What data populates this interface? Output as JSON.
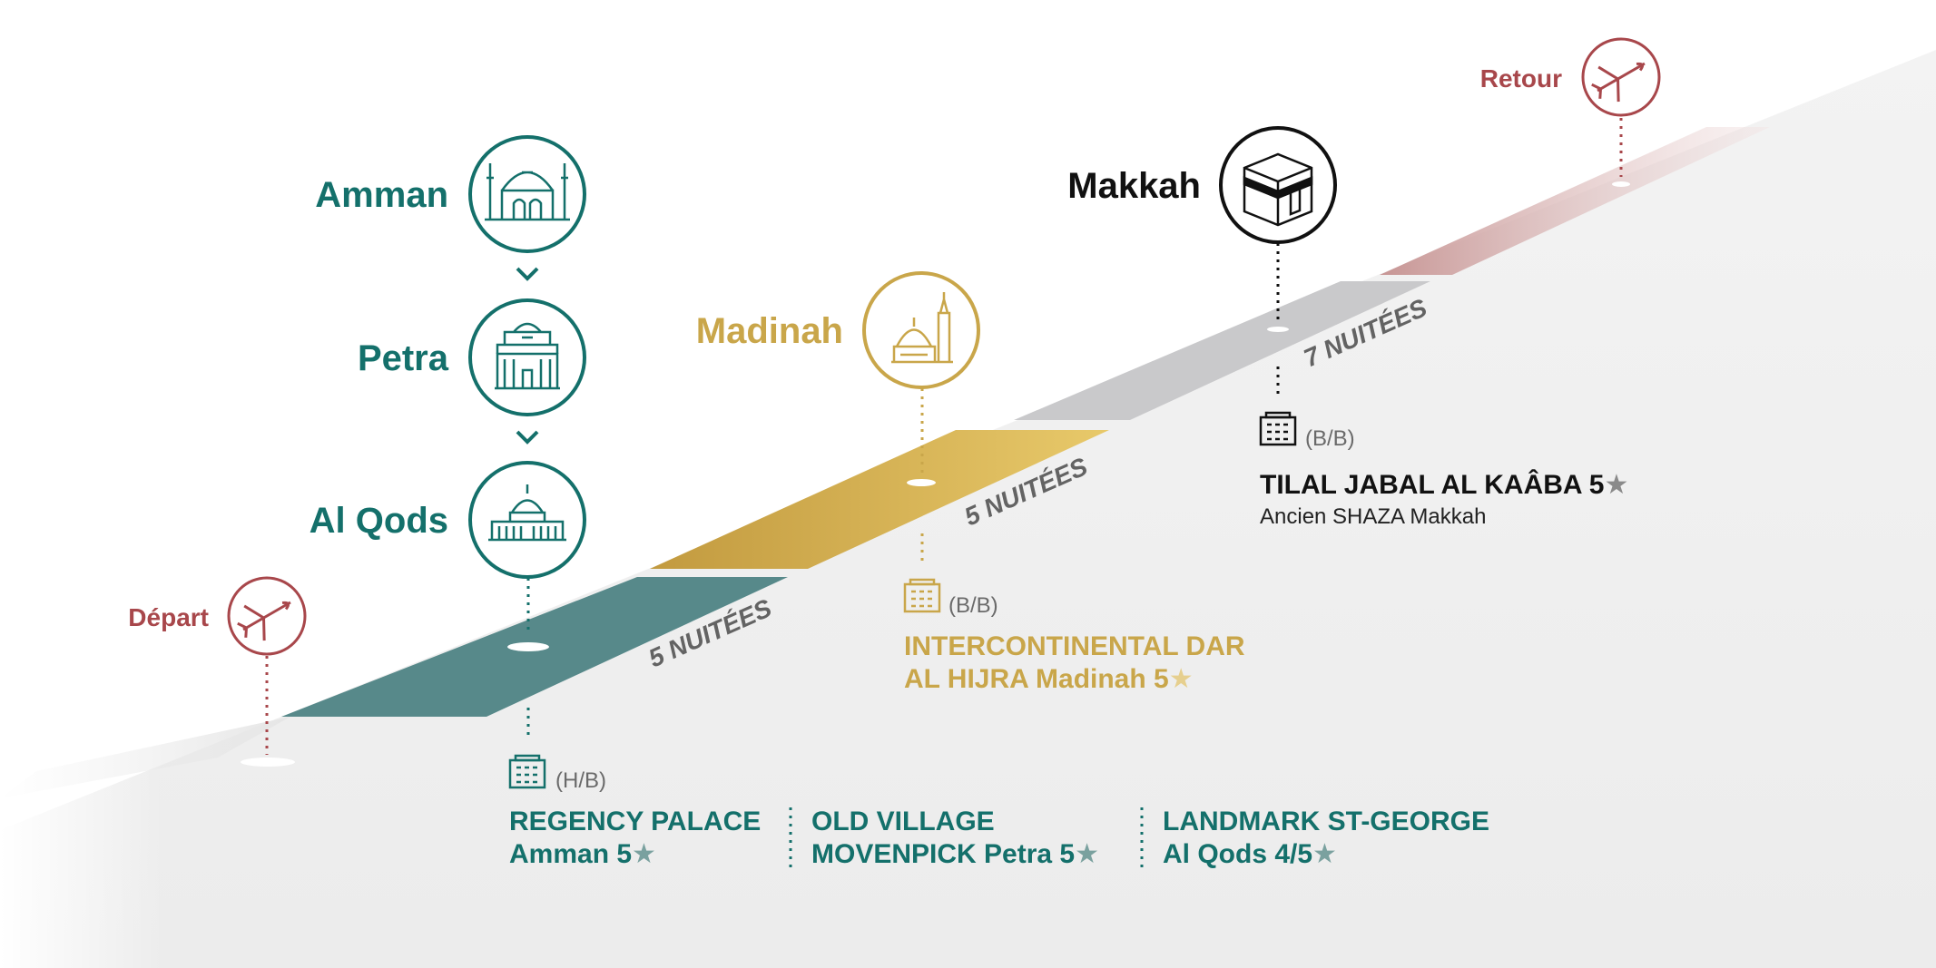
{
  "colors": {
    "teal": "#14706b",
    "gold": "#c9a64a",
    "black": "#111111",
    "red": "#a8474b",
    "grey_text": "#636363",
    "star_grey": "#8a8a8a"
  },
  "start": {
    "label": "Départ",
    "icon": "airplane-icon"
  },
  "end": {
    "label": "Retour",
    "icon": "airplane-icon"
  },
  "stop1": {
    "cities": [
      {
        "name": "Amman",
        "icon": "amman-mosque-icon"
      },
      {
        "name": "Petra",
        "icon": "petra-treasury-icon"
      },
      {
        "name": "Al Qods",
        "icon": "dome-of-the-rock-icon"
      }
    ],
    "nights": "5 NUITÉES",
    "board": "(H/B)",
    "hotels": [
      {
        "line1": "REGENCY PALACE",
        "line2": "Amman 5"
      },
      {
        "line1": "OLD VILLAGE",
        "line2": "MOVENPICK Petra 5"
      },
      {
        "line1": "LANDMARK ST-GEORGE",
        "line2": "Al Qods 4/5"
      }
    ]
  },
  "stop2": {
    "city": "Madinah",
    "icon": "prophets-mosque-icon",
    "nights": "5 NUITÉES",
    "board": "(B/B)",
    "hotel_line1": "INTERCONTINENTAL DAR",
    "hotel_line2": "AL HIJRA Madinah 5"
  },
  "stop3": {
    "city": "Makkah",
    "icon": "kaaba-icon",
    "nights": "7 NUITÉES",
    "board": "(B/B)",
    "hotel_line1": "TILAL JABAL AL KAÂBA 5",
    "hotel_line2": "Ancien SHAZA Makkah"
  },
  "star_glyph": "★"
}
